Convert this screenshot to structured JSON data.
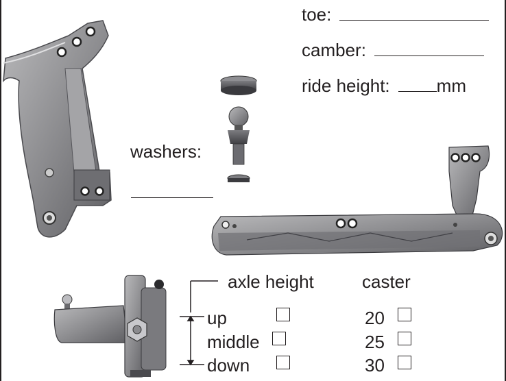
{
  "form": {
    "toe_label": "toe:",
    "camber_label": "camber:",
    "ride_height_label": "ride height:",
    "ride_height_unit": "mm",
    "washers_label": "washers:"
  },
  "axle_height": {
    "title": "axle height",
    "options": [
      "up",
      "middle",
      "down"
    ]
  },
  "caster": {
    "title": "caster",
    "options": [
      "20",
      "25",
      "30"
    ]
  }
}
